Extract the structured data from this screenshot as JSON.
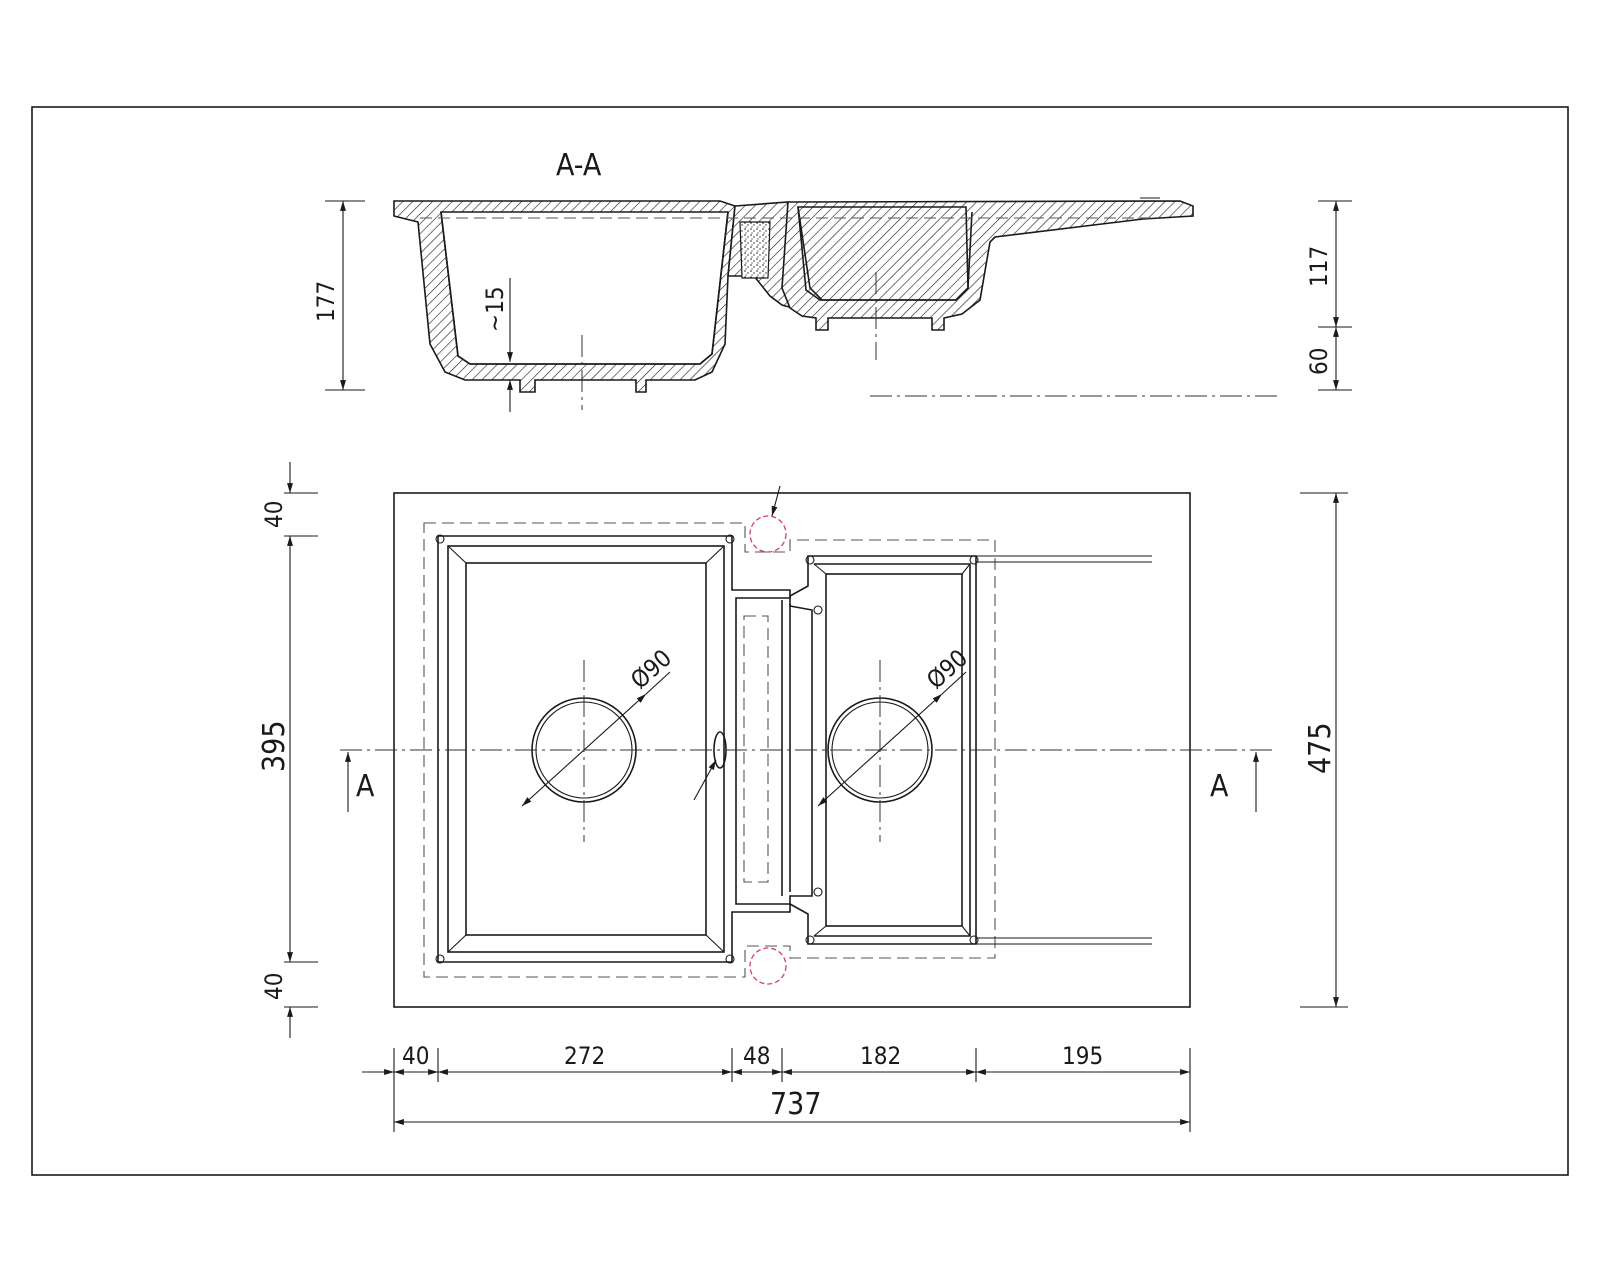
{
  "section": {
    "title": "A-A",
    "height_total": "177",
    "thickness": "~15",
    "height_small_bowl": "117",
    "height_bottom": "60"
  },
  "plan": {
    "cut_label": "A",
    "bowl1_diameter": "Ø90",
    "bowl2_diameter": "Ø90",
    "left_dims": [
      "40",
      "395",
      "40"
    ],
    "right_dim": "475",
    "bottom_dims": [
      "40",
      "272",
      "48",
      "182",
      "195"
    ],
    "overall_width": "737"
  },
  "colors": {
    "line": "#1a1a1a",
    "mounting_hole": "#d23a7a"
  }
}
